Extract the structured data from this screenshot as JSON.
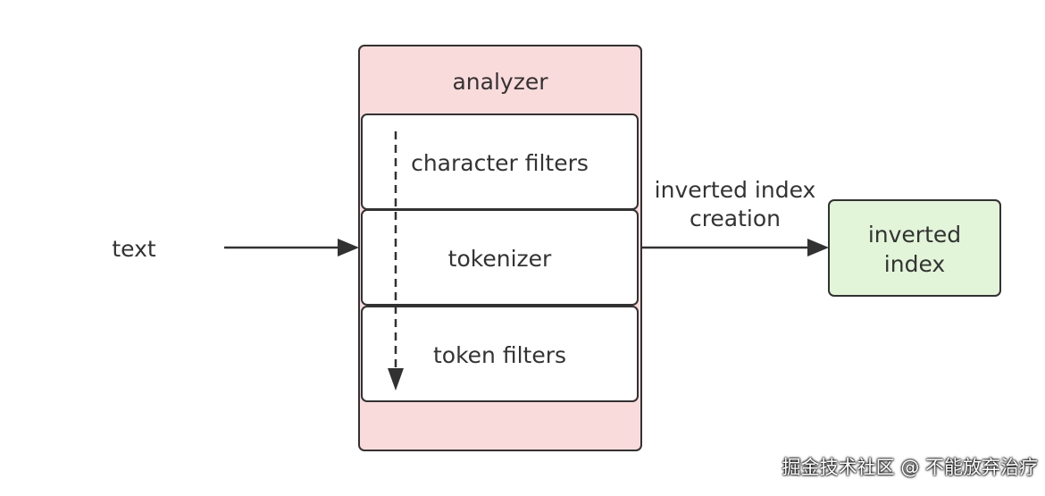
{
  "input_label": "text",
  "analyzer": {
    "title": "analyzer",
    "stages": [
      "character filters",
      "tokenizer",
      "token filters"
    ]
  },
  "arrow_label": {
    "line1": "inverted index",
    "line2": "creation"
  },
  "output": {
    "line1": "inverted",
    "line2": "index"
  },
  "colors": {
    "analyzer_fill": "#fadbdb",
    "output_fill": "#e2f5d8",
    "stroke": "#323232",
    "text": "#333333"
  },
  "watermark": "掘金技术社区 @ 不能放弃治疗"
}
